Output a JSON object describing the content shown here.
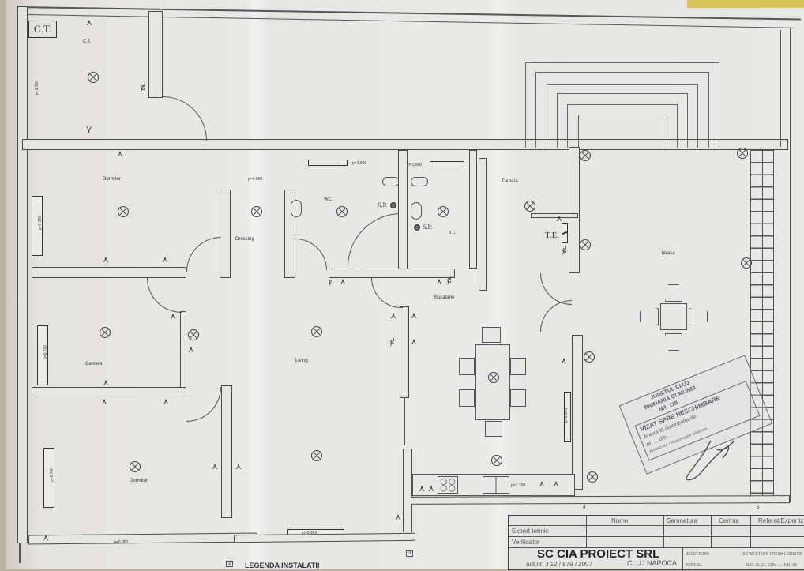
{
  "document": {
    "type": "floor plan - electrical installations (photo of printed sheet)",
    "colors": {
      "paper": "#e8e8e6",
      "ink": "#444444",
      "background": "#b9b3a4",
      "tape": "#d8c55a"
    }
  },
  "legend_box": {
    "label": "C.T."
  },
  "rooms": [
    {
      "id": "ct",
      "label": "C.T."
    },
    {
      "id": "dormitor-1",
      "label": "Dormitor"
    },
    {
      "id": "dressing",
      "label": "Dressing"
    },
    {
      "id": "wc",
      "label": "WC"
    },
    {
      "id": "baie",
      "label": "B.C."
    },
    {
      "id": "debara",
      "label": "Debara"
    },
    {
      "id": "terasa",
      "label": "terasa"
    },
    {
      "id": "camera",
      "label": "Camera"
    },
    {
      "id": "living",
      "label": "Living"
    },
    {
      "id": "bucatarie",
      "label": "Bucatarie"
    },
    {
      "id": "dormitor-2",
      "label": "Dormitor"
    }
  ],
  "symbols": {
    "te": "T.E.",
    "sp1": "S.P.",
    "sp2": "S.P."
  },
  "windows": {
    "ct": "p=1.700",
    "dormitor1": "p=0.700",
    "camera": "p=0.700",
    "dormitor2": "p=0.700",
    "dressing": "p=0.900",
    "wc": "p=1.600",
    "baie": "p=1.600",
    "kitchen_sink": "p=1.100",
    "dining": "p=0.900",
    "south_dormitor": "p=0.950",
    "south_living": "p=0.950"
  },
  "axis_markers": [
    "2",
    "3",
    "4",
    "5"
  ],
  "legend_title": "LEGENDA INSTALATII",
  "stamp": {
    "line1": "JUDETUL CLUJ",
    "line2": "PRIMARIA COMUNEI",
    "line3": "NR. 118",
    "title": "VIZAT SPRE NESCHIMBARE",
    "line4": "Anexa la autorizatia de",
    "line5": "nr. ... din ...",
    "line6": "Arhitect sef / Responsabil urbanism"
  },
  "title_block": {
    "headers": [
      "Nume",
      "Semnatura",
      "Cerinta",
      "Referat/Expertiza te"
    ],
    "rows": [
      "Expert tehnic",
      "Verificator"
    ],
    "company": "SC CIA PROIECT SRL",
    "registration": "aut.nr. J 12 / 879 / 2007",
    "city": "CLUJ NAPOCA",
    "beneficiary_label": "BENEFICIAR",
    "beneficiary": "SC WESTERN FRESH LOGISTIC",
    "address_label": "ADRESA",
    "address": "JUD. CLUJ, COM. ..., NR. 38"
  }
}
